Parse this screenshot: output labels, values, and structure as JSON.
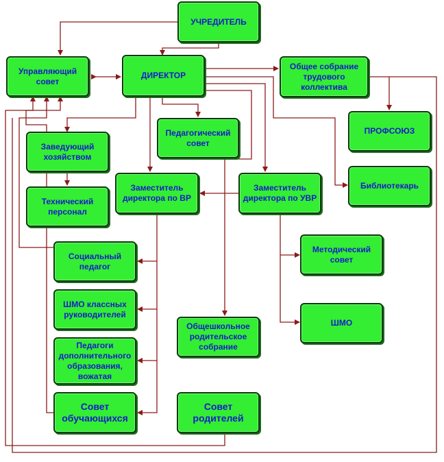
{
  "colors": {
    "box_fill": "#33ee33",
    "box_border": "#0b3b0b",
    "text": "#1a1acc",
    "connector": "#8b1a1a"
  },
  "nodes": {
    "founder": "УЧРЕДИТЕЛЬ",
    "governing_council": "Управляющий\nсовет",
    "director": "ДИРЕКТОР",
    "general_meeting": "Общее собрание\nтрудового\nколлектива",
    "trade_union": "ПРОФСОЮЗ",
    "head_of_maintenance": "Заведующий\nхозяйством",
    "pedagogical_council": "Педагогический\nсовет",
    "librarian": "Библиотекарь",
    "technical_staff": "Технический\nперсонал",
    "deputy_vr": "Заместитель\nдиректора по ВР",
    "deputy_uvr": "Заместитель\nдиректора по УВР",
    "social_pedagogue": "Социальный\nпедагог",
    "methodical_council": "Методический\nсовет",
    "class_teachers_smo": "ШМО классных\nруководителей",
    "smo": "ШМО",
    "school_parent_meeting": "Общешкольное\nродительское\nсобрание",
    "additional_education_teachers": "Педагоги\nдополнительного\nобразования,\nвожатая",
    "student_council": "Совет\nобучающихся",
    "parent_council": "Совет\nродителей"
  }
}
